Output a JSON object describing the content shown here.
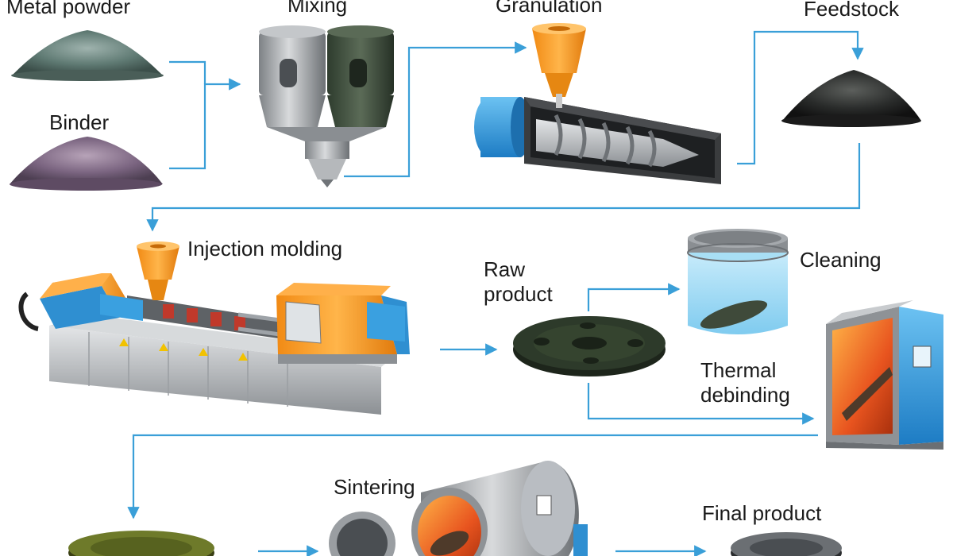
{
  "title": "Metal Injection Molding process",
  "labels": {
    "metal_powder": "Metal powder",
    "binder": "Binder",
    "mixing": "Mixing",
    "granulation": "Granulation",
    "feedstock": "Feedstock",
    "injection_molding": "Injection molding",
    "raw_product": "Raw\nproduct",
    "cleaning": "Cleaning",
    "thermal_debinding": "Thermal\ndebinding",
    "sintering": "Sintering",
    "final_product": "Final product"
  },
  "colors": {
    "arrow": "#3a9fd8",
    "hopper": "#f7941d",
    "machine_blue": "#3aa0e0",
    "machine_gray": "#b9bdc2",
    "oven_glow": "#e8541f",
    "dark_part": "#2d3a2a"
  }
}
